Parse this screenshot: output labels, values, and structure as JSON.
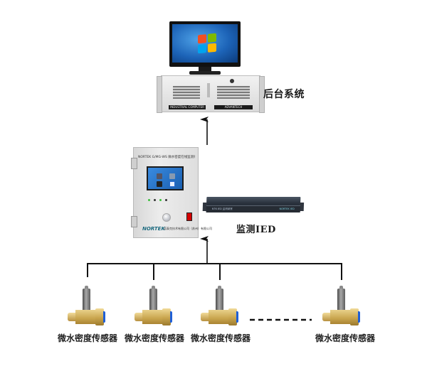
{
  "diagram": {
    "backend": {
      "label": "后台系统",
      "server_badges": [
        "INDUSTRIAL COMPUTER",
        "ADVANTECH"
      ]
    },
    "cabinet": {
      "title": "NORTEK G/MG-WS 微水密度在线监测系统",
      "logo": "NORTEK",
      "company": "诺泰克技术有限公司（苏州）有限公司"
    },
    "ied": {
      "label": "监测IED",
      "front_left_text": "NTK-IED 监测装置",
      "front_right_text": "NORTEK IED"
    },
    "sensors": [
      {
        "label": "微水密度传感器"
      },
      {
        "label": "微水密度传感器"
      },
      {
        "label": "微水密度传感器"
      },
      {
        "label": "微水密度传感器"
      }
    ],
    "connections": [
      {
        "from": "sensors-bus",
        "to": "cabinet",
        "type": "arrow"
      },
      {
        "from": "cabinet",
        "to": "backend",
        "type": "arrow"
      },
      {
        "from": "sensor-3",
        "to": "sensor-4",
        "type": "dashed-continuation"
      }
    ]
  }
}
